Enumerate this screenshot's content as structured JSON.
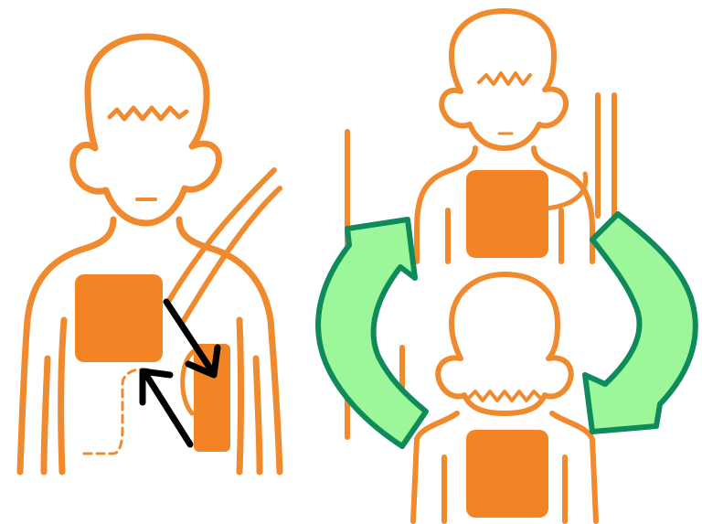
{
  "colors": {
    "figure_stroke": "#f08a2e",
    "pad_fill": "#f28425",
    "arrow_black": "#000000",
    "curve_arrow_fill": "#9cf79a",
    "curve_arrow_stroke": "#0f8a5a",
    "background": "#ffffff"
  },
  "panels": [
    {
      "id": "left",
      "figure": "child-front-view",
      "pads": [
        "upper-chest-pad",
        "lower-side-pad"
      ],
      "icons": [
        "arrow-down-right-icon",
        "arrow-up-left-icon"
      ]
    },
    {
      "id": "right",
      "figures": [
        "child-front-view",
        "child-back-view"
      ],
      "pads": [
        "front-chest-pad",
        "back-pad"
      ],
      "icons": [
        "curved-arrow-left-icon",
        "curved-arrow-right-icon"
      ]
    }
  ]
}
